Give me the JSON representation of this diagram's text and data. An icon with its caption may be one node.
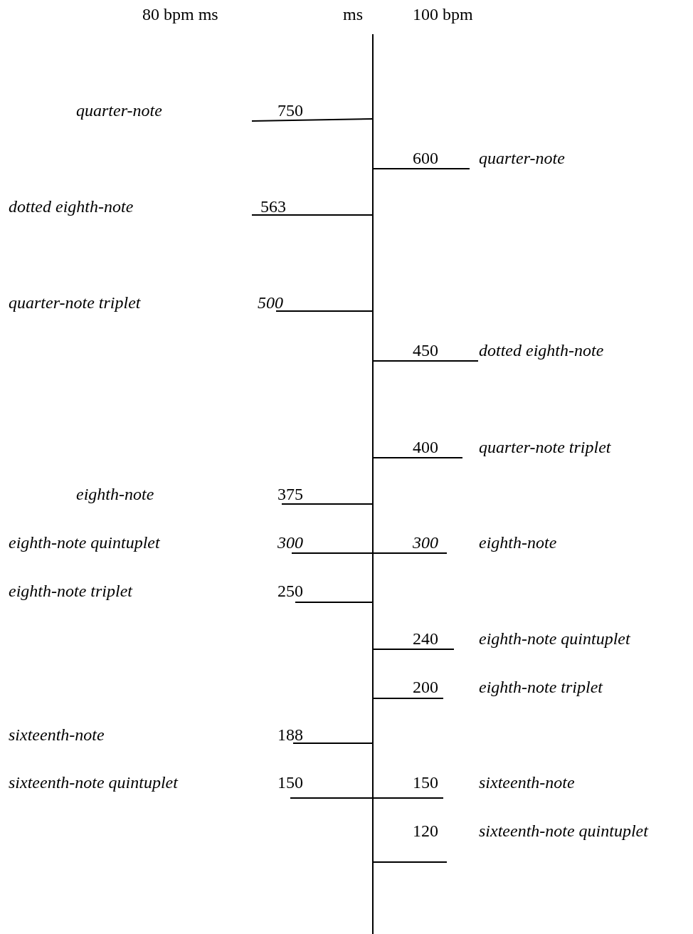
{
  "diagram": {
    "labels": [
      "80 bpm ms",
      "ms",
      "100 bpm",
      "quarter-note",
      "750",
      "600",
      "quarter-note",
      "dotted eighth-note",
      "563",
      "quarter-note triplet",
      "500",
      "450",
      "dotted eighth-note",
      "400",
      "quarter-note triplet",
      "eighth-note",
      "375",
      "eighth-note quintuplet",
      "300",
      "300",
      "eighth-note",
      "eighth-note triplet",
      "250",
      "240",
      "eighth-note quintuplet",
      "200",
      "eighth-note triplet",
      "sixteenth-note",
      "188",
      "sixteenth-note quintuplet",
      "150",
      "150",
      "sixteenth-note",
      "120",
      "sixteenth-note quintuplet"
    ]
  }
}
